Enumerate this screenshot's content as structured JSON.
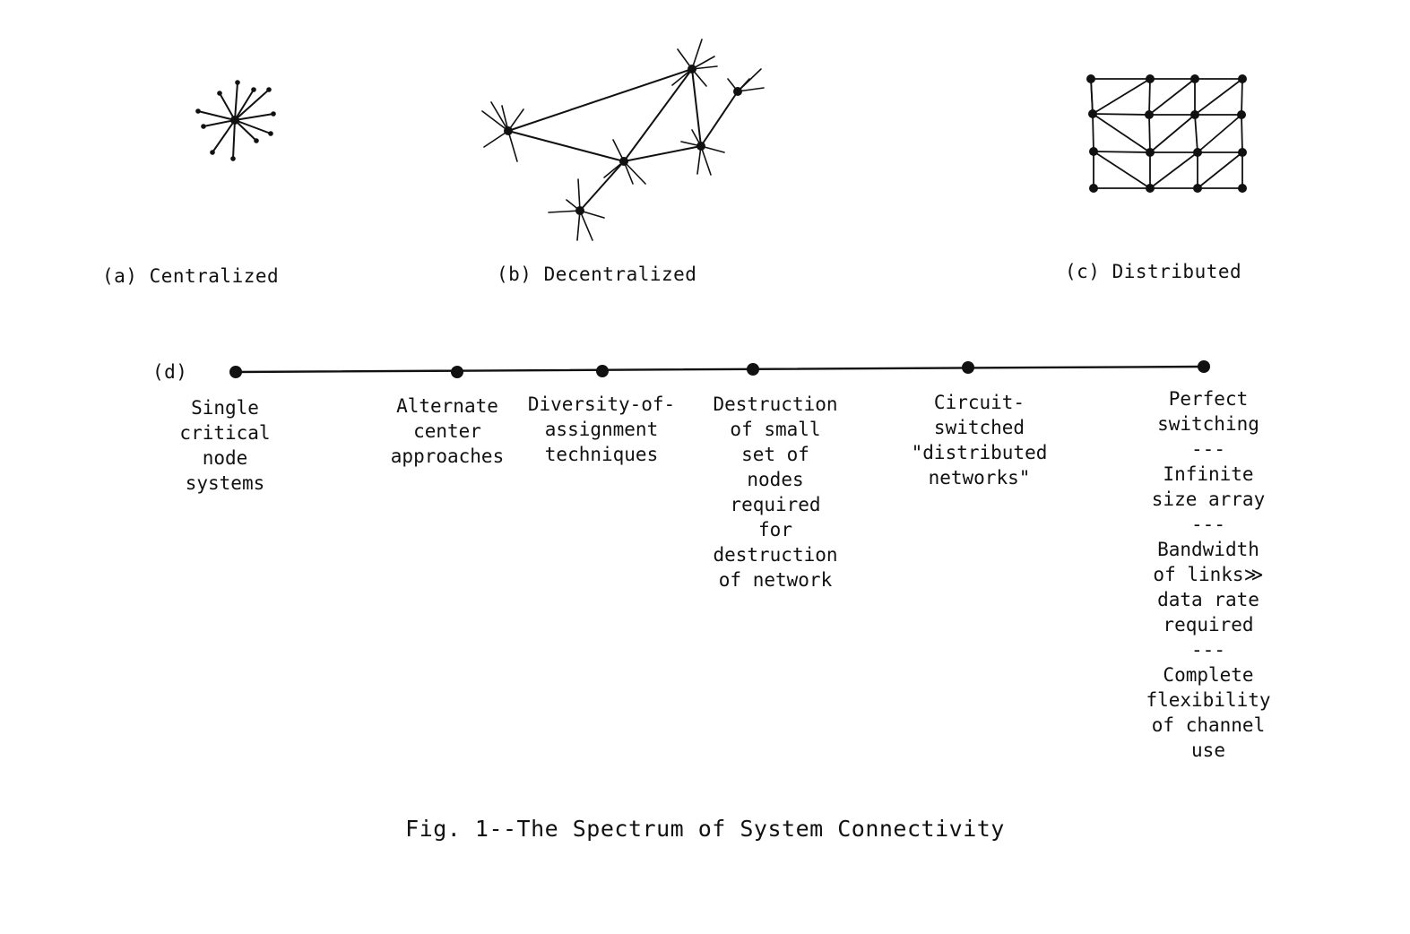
{
  "diagrams": {
    "a": {
      "label": "(a) Centralized"
    },
    "b": {
      "label": "(b) Decentralized"
    },
    "c": {
      "label": "(c) Distributed"
    }
  },
  "spectrum": {
    "label": "(d)",
    "stages": [
      {
        "text": "Single\ncritical\nnode\nsystems"
      },
      {
        "text": "Alternate\ncenter\napproaches"
      },
      {
        "text": "Diversity-of-\nassignment\ntechniques"
      },
      {
        "text": "Destruction\nof small\nset of\nnodes\nrequired\nfor\ndestruction\nof network"
      },
      {
        "text": "Circuit-\nswitched\n\"distributed\nnetworks\""
      },
      {
        "text": "Perfect\nswitching\n---\nInfinite\nsize array\n---\nBandwidth\nof links≫\ndata rate\nrequired\n---\nComplete\nflexibility\nof channel\nuse"
      }
    ]
  },
  "caption": "Fig. 1--The Spectrum of System Connectivity",
  "colors": {
    "ink": "#111111",
    "background": "#ffffff"
  }
}
